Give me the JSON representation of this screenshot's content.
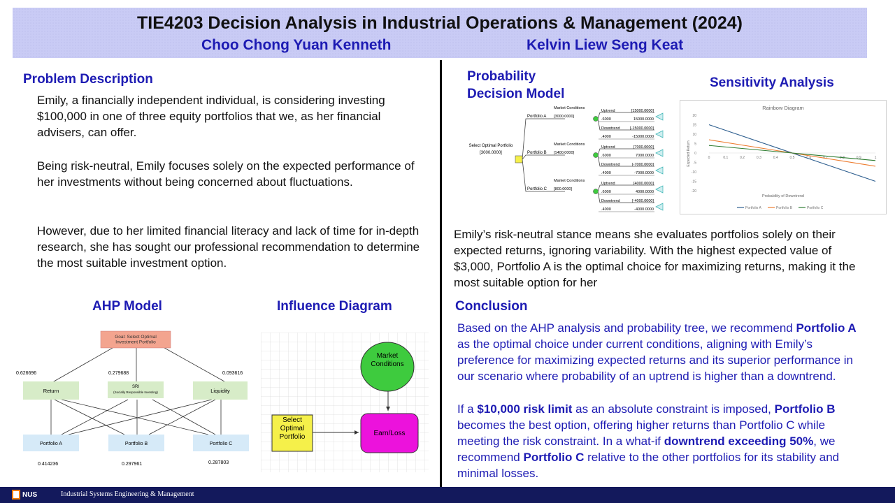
{
  "header": {
    "title": "TIE4203 Decision Analysis in Industrial Operations & Management (2024)",
    "author_1": "Choo Chong Yuan Kenneth",
    "author_2": "Kelvin Liew Seng Keat"
  },
  "problem": {
    "heading": "Problem Description",
    "paragraphs": [
      "Emily, a financially independent individual, is considering investing $100,000 in one of three equity portfolios that we, as her financial advisers, can offer.",
      "Being risk-neutral, Emily focuses solely on the expected performance of her investments without being concerned about fluctuations.",
      "However, due to her limited financial literacy and lack of time for in-depth research, she has sought our professional recommendation to determine the most suitable investment option."
    ]
  },
  "ahp": {
    "heading": "AHP Model",
    "goal": "Goal: Select Optimal Investment Portfolio",
    "criteria": [
      {
        "label": "Return",
        "weight": "0.626696"
      },
      {
        "label": "SRI",
        "sub": "(Socially Responsible Investing)",
        "weight": "0.279688"
      },
      {
        "label": "Liquidity",
        "weight": "0.093616"
      }
    ],
    "alternatives": [
      {
        "label": "Portfolio A",
        "score": "0.414236"
      },
      {
        "label": "Portfolio B",
        "score": "0.297961"
      },
      {
        "label": "Portfolio C",
        "score": "0.287803"
      }
    ]
  },
  "influence": {
    "heading": "Influence Diagram",
    "decision": "Select Optimal Portfolio",
    "chance": "Market Conditions",
    "value": "Earn/Loss",
    "colors": {
      "decision": "#f5f04a",
      "chance": "#3ecb3e",
      "value": "#ec12dc"
    }
  },
  "tree": {
    "heading": "Probability Decision Model",
    "root_label": "Select Optimal Portfolio",
    "root_value": "[3000.0000]",
    "market_label": "Market Conditions",
    "branches": [
      {
        "name": "Portfolio A",
        "ev": "[3000.0000]",
        "up_label": "Uptrend",
        "up_prob": ".6000",
        "up_ev": "[15000.0000]",
        "up_pay": "15000.0000",
        "down_label": "Downtrend",
        "down_prob": ".4000",
        "down_ev": "[-15000.0000]",
        "down_pay": "-15000.0000"
      },
      {
        "name": "Portfolio B",
        "ev": "[1400.0000]",
        "up_label": "Uptrend",
        "up_prob": ".6000",
        "up_ev": "[7000.0000]",
        "up_pay": "7000.0000",
        "down_label": "Downtrend",
        "down_prob": ".4000",
        "down_ev": "[-7000.0000]",
        "down_pay": "-7000.0000"
      },
      {
        "name": "Portfolio C",
        "ev": "[800.0000]",
        "up_label": "Uptrend",
        "up_prob": ".6000",
        "up_ev": "[4000.0000]",
        "up_pay": "4000.0000",
        "down_label": "Downtrend",
        "down_prob": ".4000",
        "down_ev": "[-4000.0000]",
        "down_pay": "-4000.0000"
      }
    ]
  },
  "sensitivity": {
    "heading": "Sensitivity Analysis",
    "chart_data": {
      "type": "line",
      "title": "Rainbow Diagram",
      "xlabel": "Probability of Downtrend",
      "ylabel": "Expected Return",
      "x": [
        0,
        1
      ],
      "xticks": [
        "0",
        "0.1",
        "0.2",
        "0.3",
        "0.4",
        "0.5",
        "0.6",
        "0.7",
        "0.8",
        "0.9",
        "1"
      ],
      "yticks": [
        "20",
        "15",
        "10",
        "5",
        "0",
        "-5",
        "-10",
        "-15",
        "-20"
      ],
      "ylim": [
        -20,
        20
      ],
      "series": [
        {
          "name": "Portfolio A",
          "color": "#2e5f8f",
          "values": [
            15,
            -15
          ]
        },
        {
          "name": "Portfolio B",
          "color": "#ed7d31",
          "values": [
            7,
            -7
          ]
        },
        {
          "name": "Portfolio C",
          "color": "#2f7d32",
          "values": [
            4,
            -4
          ]
        }
      ],
      "legend": "bottom"
    }
  },
  "summary": "Emily’s risk-neutral stance means she evaluates portfolios solely on their expected returns, ignoring variability.  With the highest expected value of $3,000, Portfolio A is the optimal choice for maximizing returns, making it the most suitable option for her",
  "conclusion": {
    "heading": "Conclusion",
    "p1_a": "Based on the AHP analysis and probability tree, we recommend ",
    "p1_b": "Portfolio A",
    "p1_c": " as the optimal choice under current conditions, aligning with Emily’s preference for maximizing expected returns and its superior performance in our scenario where probability of an uptrend is higher than a downtrend.",
    "p2_a": "If a ",
    "p2_b": "$10,000 risk limit",
    "p2_c": " as an absolute constraint is imposed, ",
    "p2_d": "Portfolio B",
    "p2_e": " becomes the best option, offering higher returns than Portfolio C while meeting the risk constraint. In a what-if ",
    "p2_f": "downtrend exceeding 50%",
    "p2_g": ", we recommend ",
    "p2_h": "Portfolio C",
    "p2_i": " relative to the other portfolios for its stability and minimal losses."
  },
  "footer": {
    "logo_text": "NUS",
    "text": "Industrial Systems Engineering & Management"
  }
}
